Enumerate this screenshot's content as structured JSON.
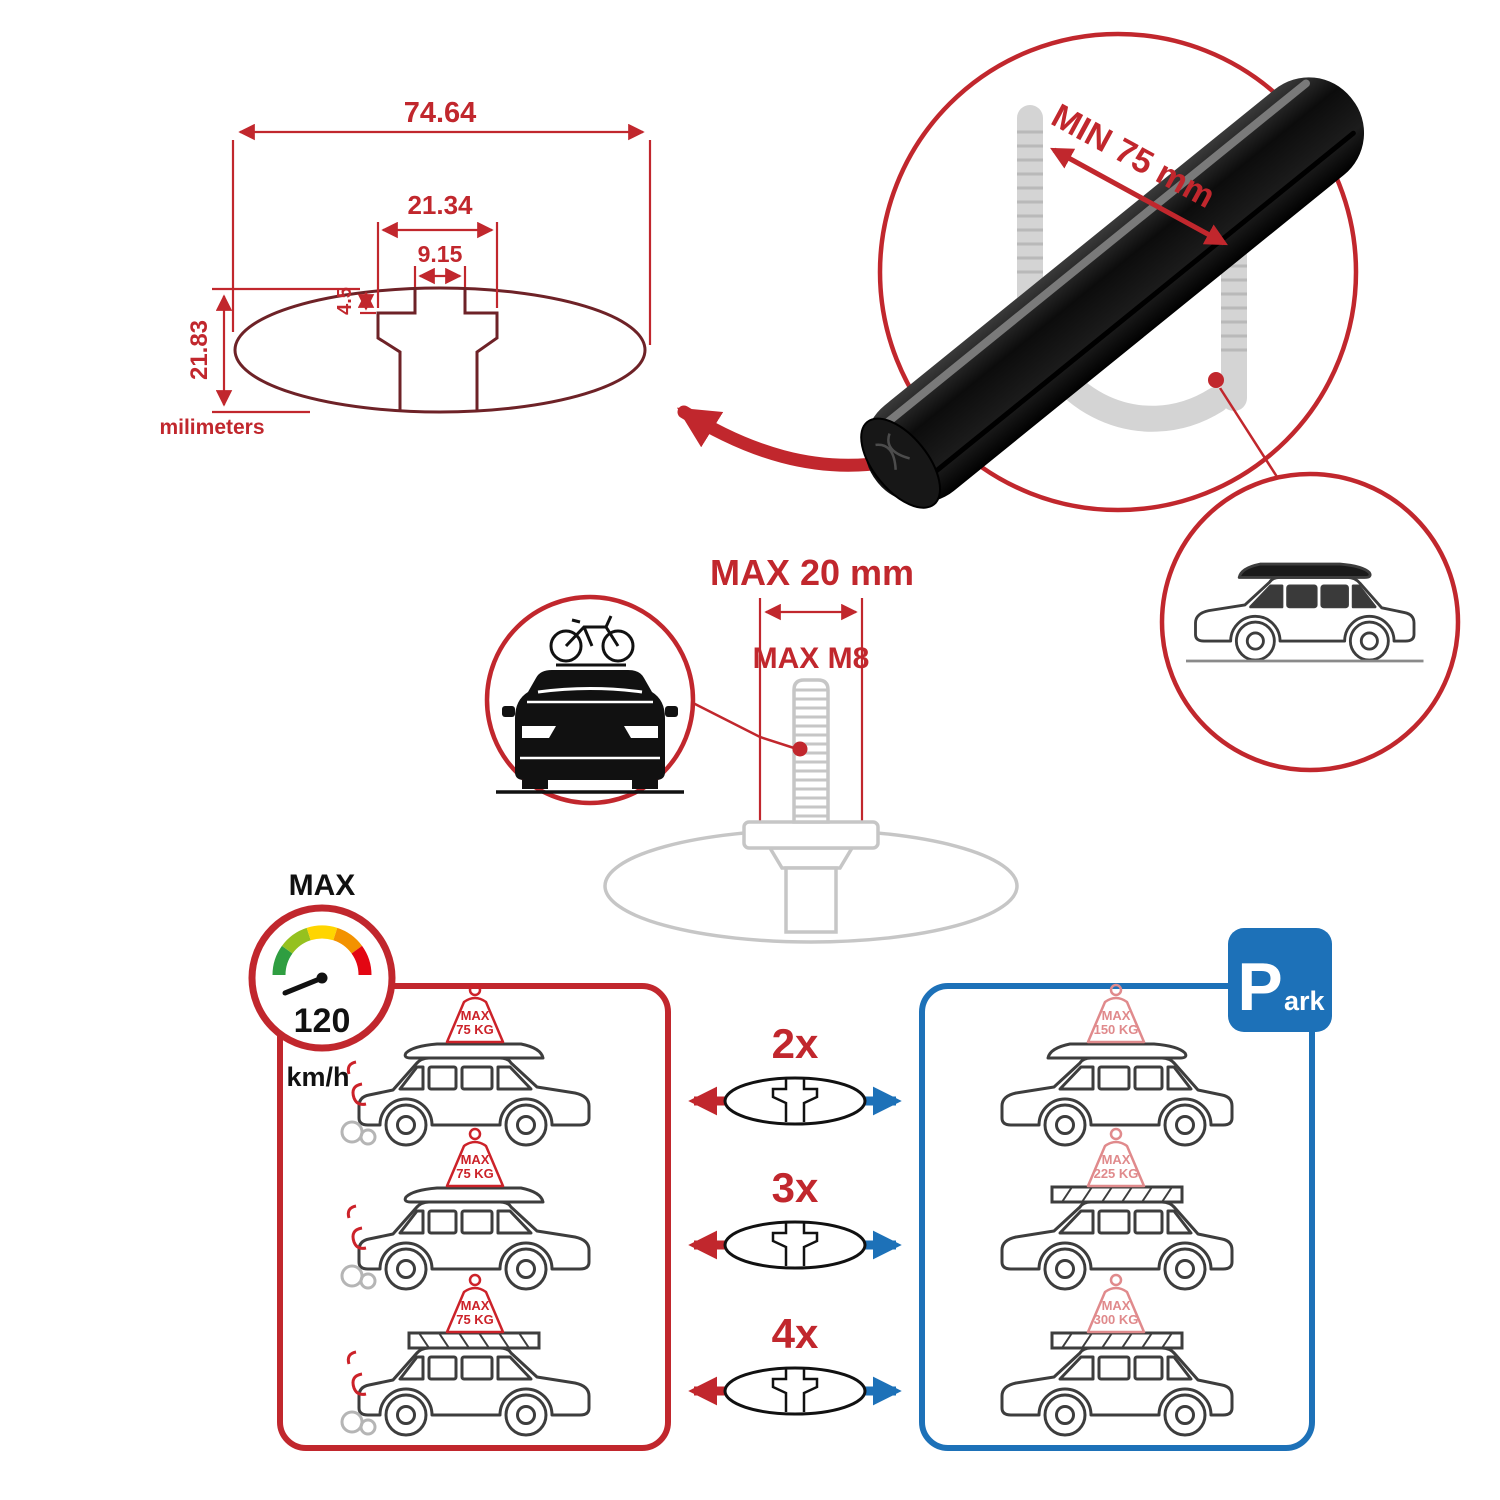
{
  "colors": {
    "red": "#c1272d",
    "bright_red": "#e30613",
    "blue": "#1d71b8",
    "black": "#1a1a1a",
    "grey": "#c9c9c9"
  },
  "dimension_diagram": {
    "total_width": "74.64",
    "slot_outer_width": "21.34",
    "slot_inner_width": "9.15",
    "slot_depth": "4.5",
    "total_height": "21.83",
    "units_label": "milimeters"
  },
  "bar_detail": {
    "min_span_label": "MIN 75 mm"
  },
  "bolt_detail": {
    "max_width_label": "MAX 20 mm",
    "max_thread_label": "MAX M8"
  },
  "speed_gauge": {
    "title": "MAX",
    "value": "120",
    "unit": "km/h"
  },
  "park_sign": {
    "letter": "P",
    "suffix": "ark"
  },
  "load_comparison": {
    "max_word": "MAX",
    "rows": [
      {
        "bars_count": "2x",
        "driving_load": "75 KG",
        "parked_load": "150 KG"
      },
      {
        "bars_count": "3x",
        "driving_load": "75 KG",
        "parked_load": "225 KG"
      },
      {
        "bars_count": "4x",
        "driving_load": "75 KG",
        "parked_load": "300 KG"
      }
    ]
  }
}
